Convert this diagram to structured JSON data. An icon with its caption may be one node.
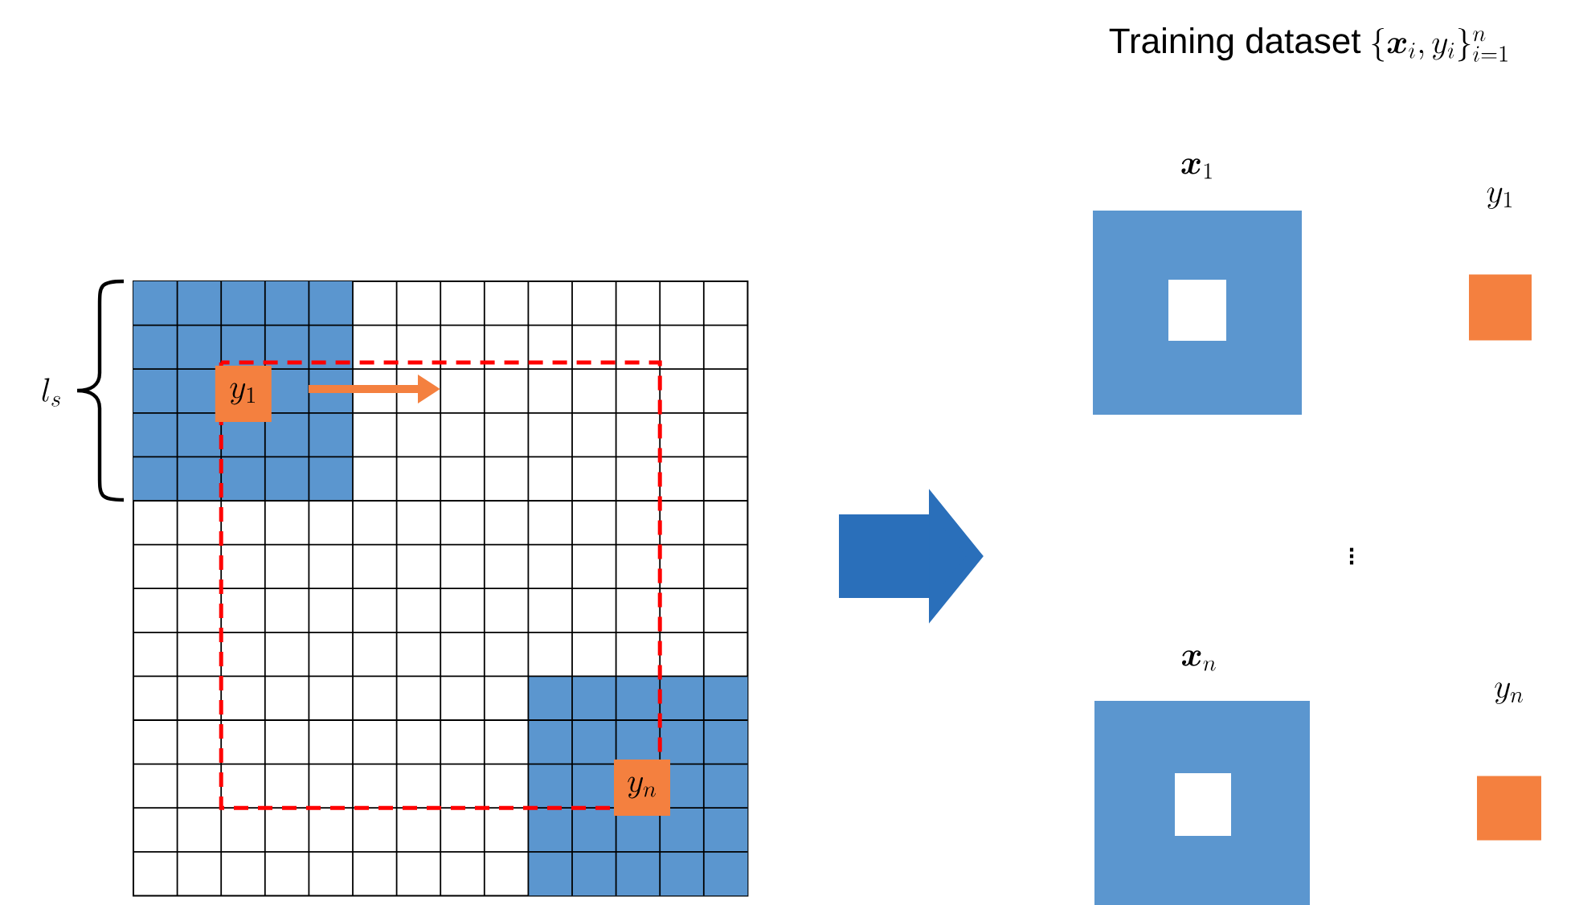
{
  "diagram": {
    "title": "Training dataset",
    "nodes": [
      {
        "text": [],
        "shape": "box"
      },
      {
        "text": [],
        "shape": "box",
        "in": 0
      },
      {
        "text": [
          "y_1"
        ],
        "in": 1
      },
      {
        "text": [],
        "shape": "box",
        "in": 0
      },
      {
        "text": [
          "y_n"
        ],
        "in": 3
      },
      {
        "text": [
          "\\boldsymbol{x}_1"
        ]
      },
      {
        "text": [
          "y_1"
        ]
      },
      {
        "text": [
          "\\boldsymbol{x}_n"
        ]
      },
      {
        "text": [
          "y_n"
        ]
      }
    ],
    "labels": [
      "\\{\\boldsymbol{x}_i, y_i\\}_{i=1}^{n}",
      "l_s",
      "\\vdots"
    ]
  }
}
